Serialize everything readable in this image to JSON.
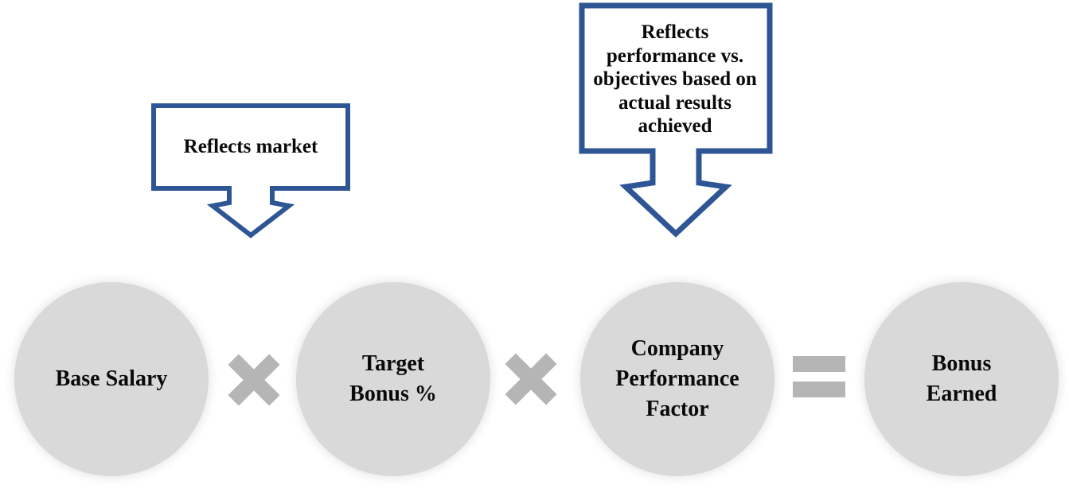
{
  "colors": {
    "accent_blue": "#2e5594",
    "circle_fill": "#d9d9d9",
    "operator_gray": "#b5b5b5",
    "text_color": "#0a0a0a"
  },
  "callouts": [
    {
      "text": "Reflects market"
    },
    {
      "text": "Reflects\nperformance vs.\nobjectives based on\nactual results\nachieved"
    }
  ],
  "formula": {
    "nodes": [
      {
        "label": "Base Salary"
      },
      {
        "label": "Target\nBonus %"
      },
      {
        "label": "Company\nPerformance\nFactor"
      },
      {
        "label": "Bonus\nEarned"
      }
    ],
    "operators": [
      {
        "symbol": "multiply"
      },
      {
        "symbol": "multiply"
      },
      {
        "symbol": "equals"
      }
    ]
  }
}
